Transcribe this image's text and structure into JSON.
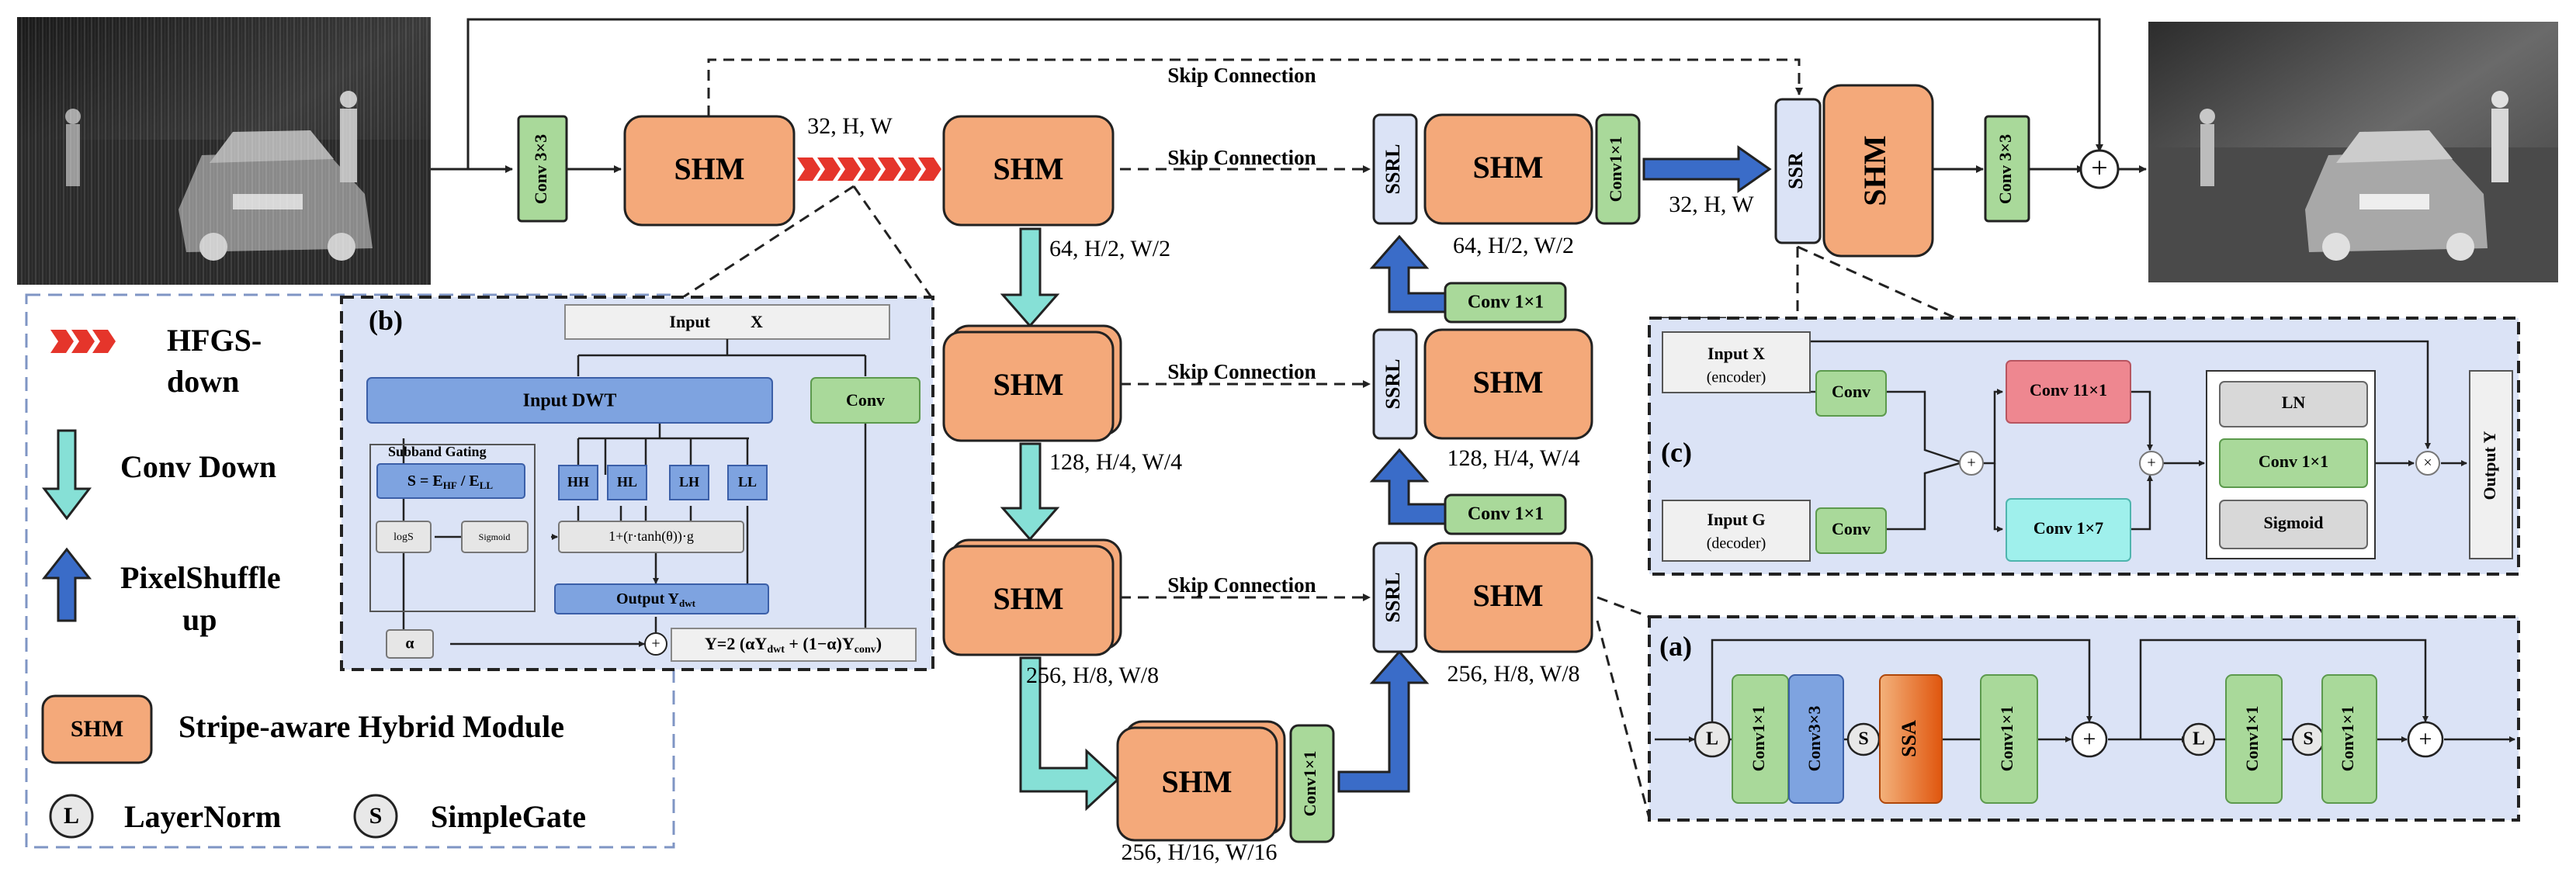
{
  "main": {
    "conv_in": "Conv 3×3",
    "conv_out": "Conv 3×3",
    "shm": "SHM",
    "skip_top": "Skip Connection",
    "skip_1": "Skip Connection",
    "skip_2": "Skip Connection",
    "skip_3": "Skip Connection",
    "dim_32": "32, H, W",
    "dim_64": "64, H/2, W/2",
    "dim_128": "128, H/4, W/4",
    "dim_256": "256, H/8, W/8",
    "dim_bottom": "256, H/16, W/16",
    "dim_dec_32": "32, H, W",
    "dim_dec_64": "64, H/2, W/2",
    "dim_dec_128": "128, H/4, W/4",
    "dim_dec_256": "256, H/8, W/8",
    "ssrl": "SSRL",
    "ssr": "SSR",
    "conv1x1": "Conv1×1",
    "conv_1x1": "Conv 1×1",
    "plus": "+"
  },
  "legend": {
    "hfgs": "HFGS-",
    "hfgs2": "down",
    "conv_down": "Conv Down",
    "pixelshuffle": "PixelShuffle",
    "pixelshuffle2": "up",
    "shm_box": "SHM",
    "shm_desc": "Stripe-aware Hybrid Module",
    "l": "L",
    "layernorm": "LayerNorm",
    "s": "S",
    "simplegate": "SimpleGate"
  },
  "panel_b": {
    "label": "(b)",
    "input": "Input",
    "input_x": "X",
    "dwt": "Input     DWT",
    "conv": "Conv",
    "subband": "Subband Gating",
    "s_formula": "S = E",
    "s_hf": "HF",
    "s_div": " / E",
    "s_ll": "LL",
    "hh": "HH",
    "hl": "HL",
    "lh": "LH",
    "ll": "LL",
    "logs": "logS",
    "sigmoid": "Sigmoid",
    "gate": "1+(r·tanh(θ))·g",
    "output": "Output  Y",
    "output_sub": "dwt",
    "alpha": "α",
    "plus": "+",
    "y_formula": "Y=2 (αY",
    "y_dwt": "dwt",
    "y_mid": " + (1−α)Y",
    "y_conv": "conv",
    "y_end": ")"
  },
  "panel_c": {
    "label": "(c)",
    "input_x": "Input   X",
    "encoder": "(encoder)",
    "input_g": "Input   G",
    "decoder": "(decoder)",
    "conv": "Conv",
    "conv11": "Conv 11×1",
    "conv17": "Conv 1×7",
    "ln": "LN",
    "conv1x1": "Conv 1×1",
    "sigmoid": "Sigmoid",
    "output": "Output   Y",
    "plus": "+",
    "times": "×"
  },
  "panel_a": {
    "label": "(a)",
    "l": "L",
    "s": "S",
    "conv1x1": "Conv1×1",
    "conv3x3": "Conv3×3",
    "ssa": "SSA",
    "plus": "+"
  },
  "colors": {
    "shm_fill": "#f4a97a",
    "green": "#a9d99a",
    "teal": "#86e0d6",
    "blue_arrow": "#3a6cc8",
    "panel_bg": "#dbe3f6",
    "red": "#e5352b",
    "ssa": "#e96a1e",
    "pink": "#ee8790",
    "cyan": "#9ff0ec",
    "dwt_blue": "#7ea3e0"
  }
}
